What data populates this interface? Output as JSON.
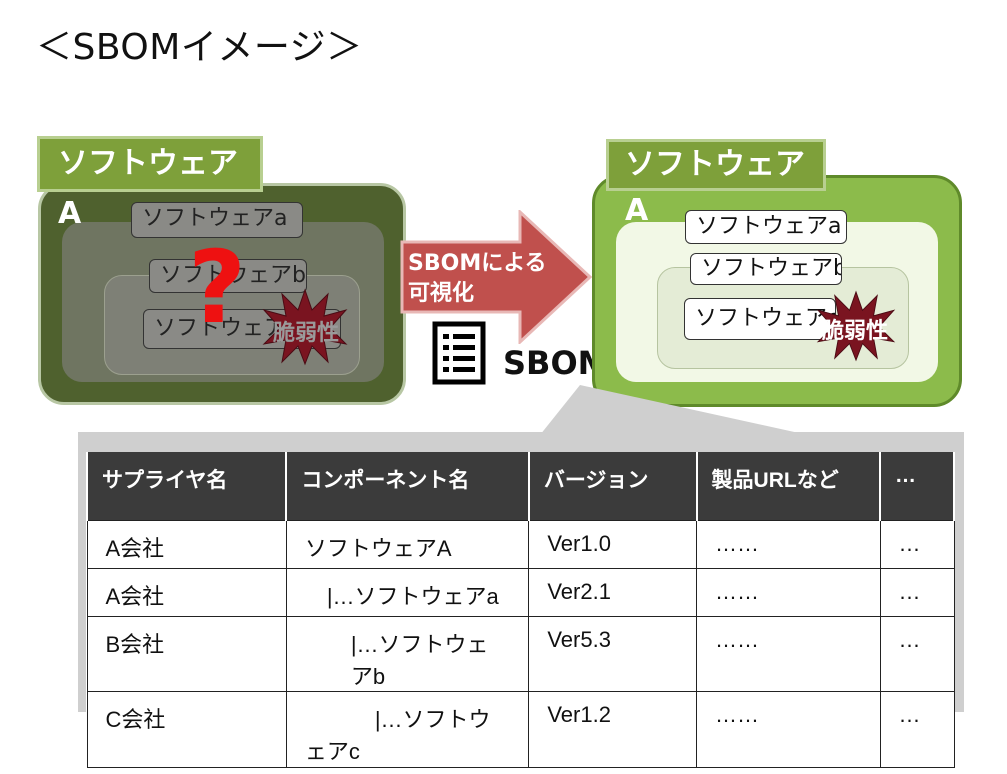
{
  "title": "＜SBOMイメージ＞",
  "left_box": {
    "label": "ソフトウェアA",
    "items": [
      "ソフトウェアa",
      "ソフトウェアb",
      "ソフトウェアc"
    ],
    "unknown_mark": "?",
    "vulnerability": "脆弱性"
  },
  "arrow": {
    "line1": "SBOMによる",
    "line2": "可視化"
  },
  "sbom_label": "SBOM",
  "right_box": {
    "label": "ソフトウェアA",
    "items": [
      "ソフトウェアa",
      "ソフトウェアb",
      "ソフトウェアc"
    ],
    "vulnerability": "脆弱性"
  },
  "table": {
    "headers": [
      "サプライヤ名",
      "コンポーネント名",
      "バージョン",
      "製品URLなど",
      "…"
    ],
    "rows": [
      [
        "A会社",
        "ソフトウェアA",
        "Ver1.0",
        "……",
        "…"
      ],
      [
        "A会社",
        "|…ソフトウェアa",
        "Ver2.1",
        "……",
        "…"
      ],
      [
        "B会社",
        "|…ソフトウェアb",
        "Ver5.3",
        "……",
        "…"
      ],
      [
        "C会社",
        "|…ソフトウェアc",
        "Ver1.2",
        "……",
        "…"
      ]
    ]
  },
  "colors": {
    "green_light": "#8cbb4b",
    "green_dark": "#4f612e",
    "tag_green": "#7ea03a",
    "arrow_red": "#c0504d",
    "burst": "#7a1420",
    "table_header": "#3b3b3b"
  }
}
